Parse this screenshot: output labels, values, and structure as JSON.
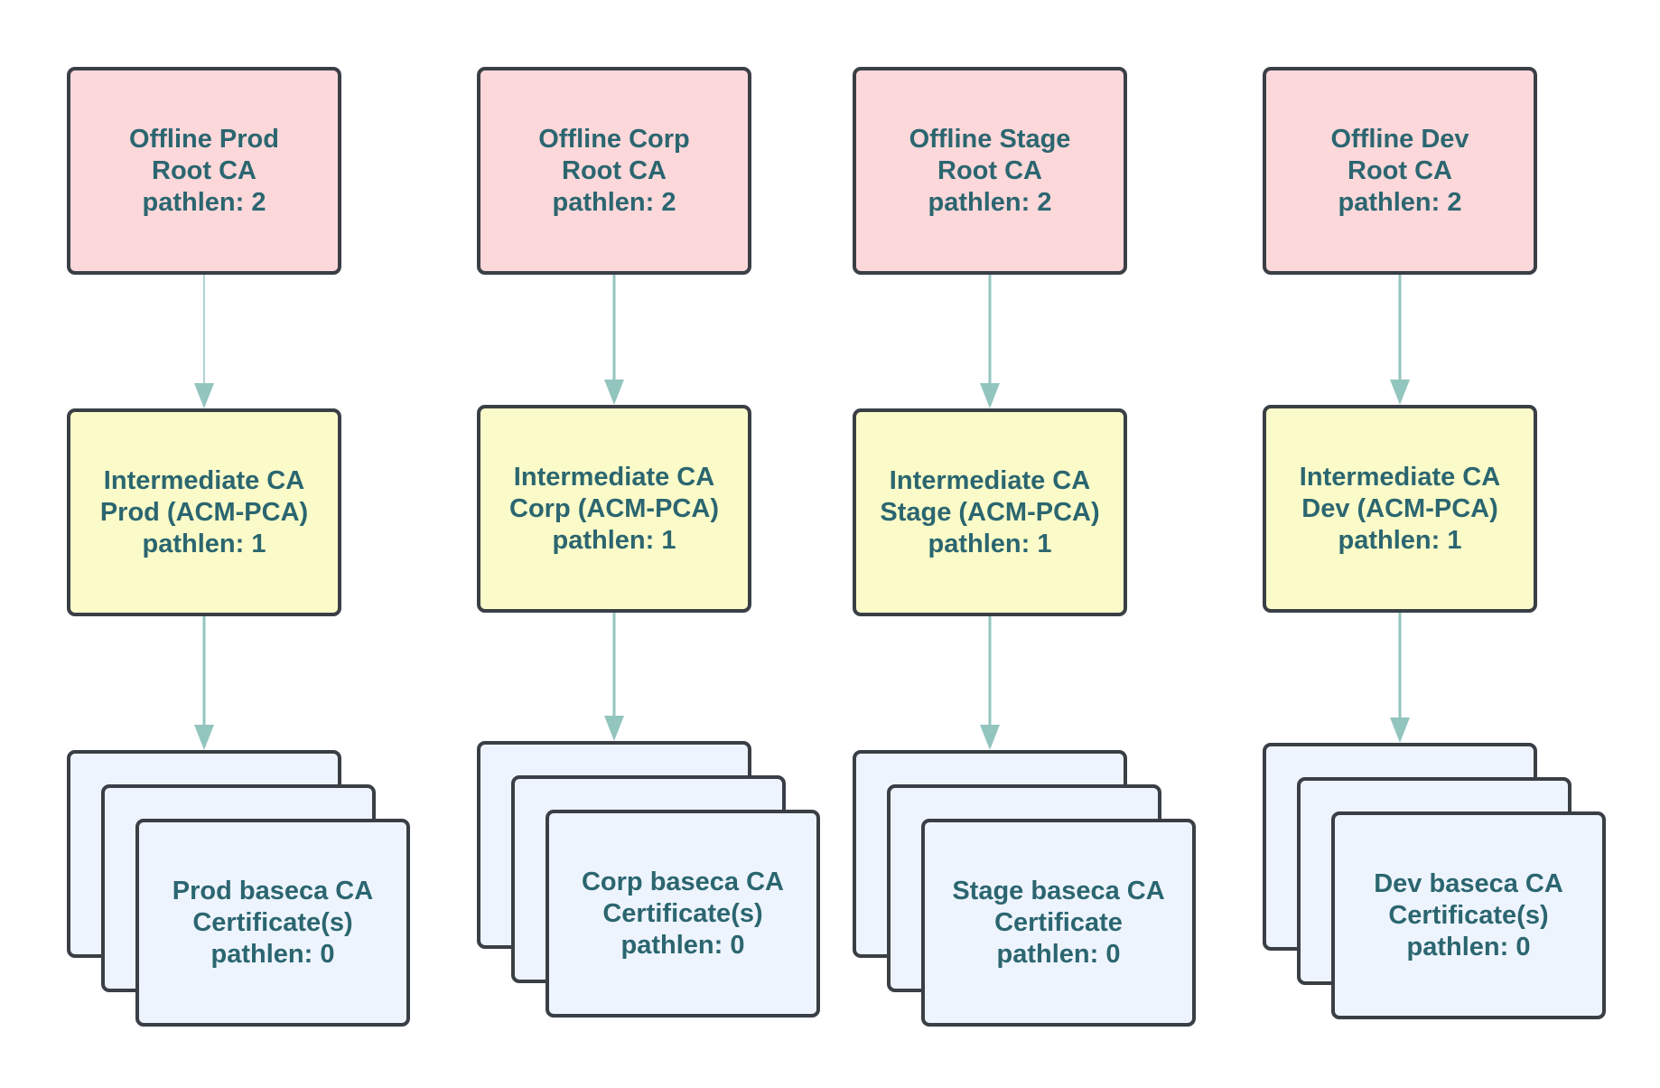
{
  "colors": {
    "root_fill": "#fdd8da",
    "intermediate_fill": "#fbfbc9",
    "certificate_fill": "#eef4fd",
    "border": "#3a3f46",
    "text": "#2b6670",
    "arrow": "#93c5bf"
  },
  "columns": [
    {
      "root": {
        "lines": [
          "Offline Prod",
          "Root CA",
          "pathlen: 2"
        ]
      },
      "intermediate": {
        "lines": [
          "Intermediate CA",
          "Prod (ACM-PCA)",
          "pathlen: 1"
        ]
      },
      "certificate": {
        "lines": [
          "Prod baseca CA",
          "Certificate(s)",
          "pathlen: 0"
        ]
      }
    },
    {
      "root": {
        "lines": [
          "Offline Corp",
          "Root CA",
          "pathlen: 2"
        ]
      },
      "intermediate": {
        "lines": [
          "Intermediate CA",
          "Corp (ACM-PCA)",
          "pathlen: 1"
        ]
      },
      "certificate": {
        "lines": [
          "Corp baseca CA",
          "Certificate(s)",
          "pathlen: 0"
        ]
      }
    },
    {
      "root": {
        "lines": [
          "Offline Stage",
          "Root CA",
          "pathlen: 2"
        ]
      },
      "intermediate": {
        "lines": [
          "Intermediate CA",
          "Stage (ACM-PCA)",
          "pathlen: 1"
        ]
      },
      "certificate": {
        "lines": [
          "Stage baseca CA",
          "Certificate",
          "pathlen: 0"
        ]
      }
    },
    {
      "root": {
        "lines": [
          "Offline Dev",
          "Root CA",
          "pathlen: 2"
        ]
      },
      "intermediate": {
        "lines": [
          "Intermediate CA",
          "Dev (ACM-PCA)",
          "pathlen: 1"
        ]
      },
      "certificate": {
        "lines": [
          "Dev baseca CA",
          "Certificate(s)",
          "pathlen: 0"
        ]
      }
    }
  ]
}
